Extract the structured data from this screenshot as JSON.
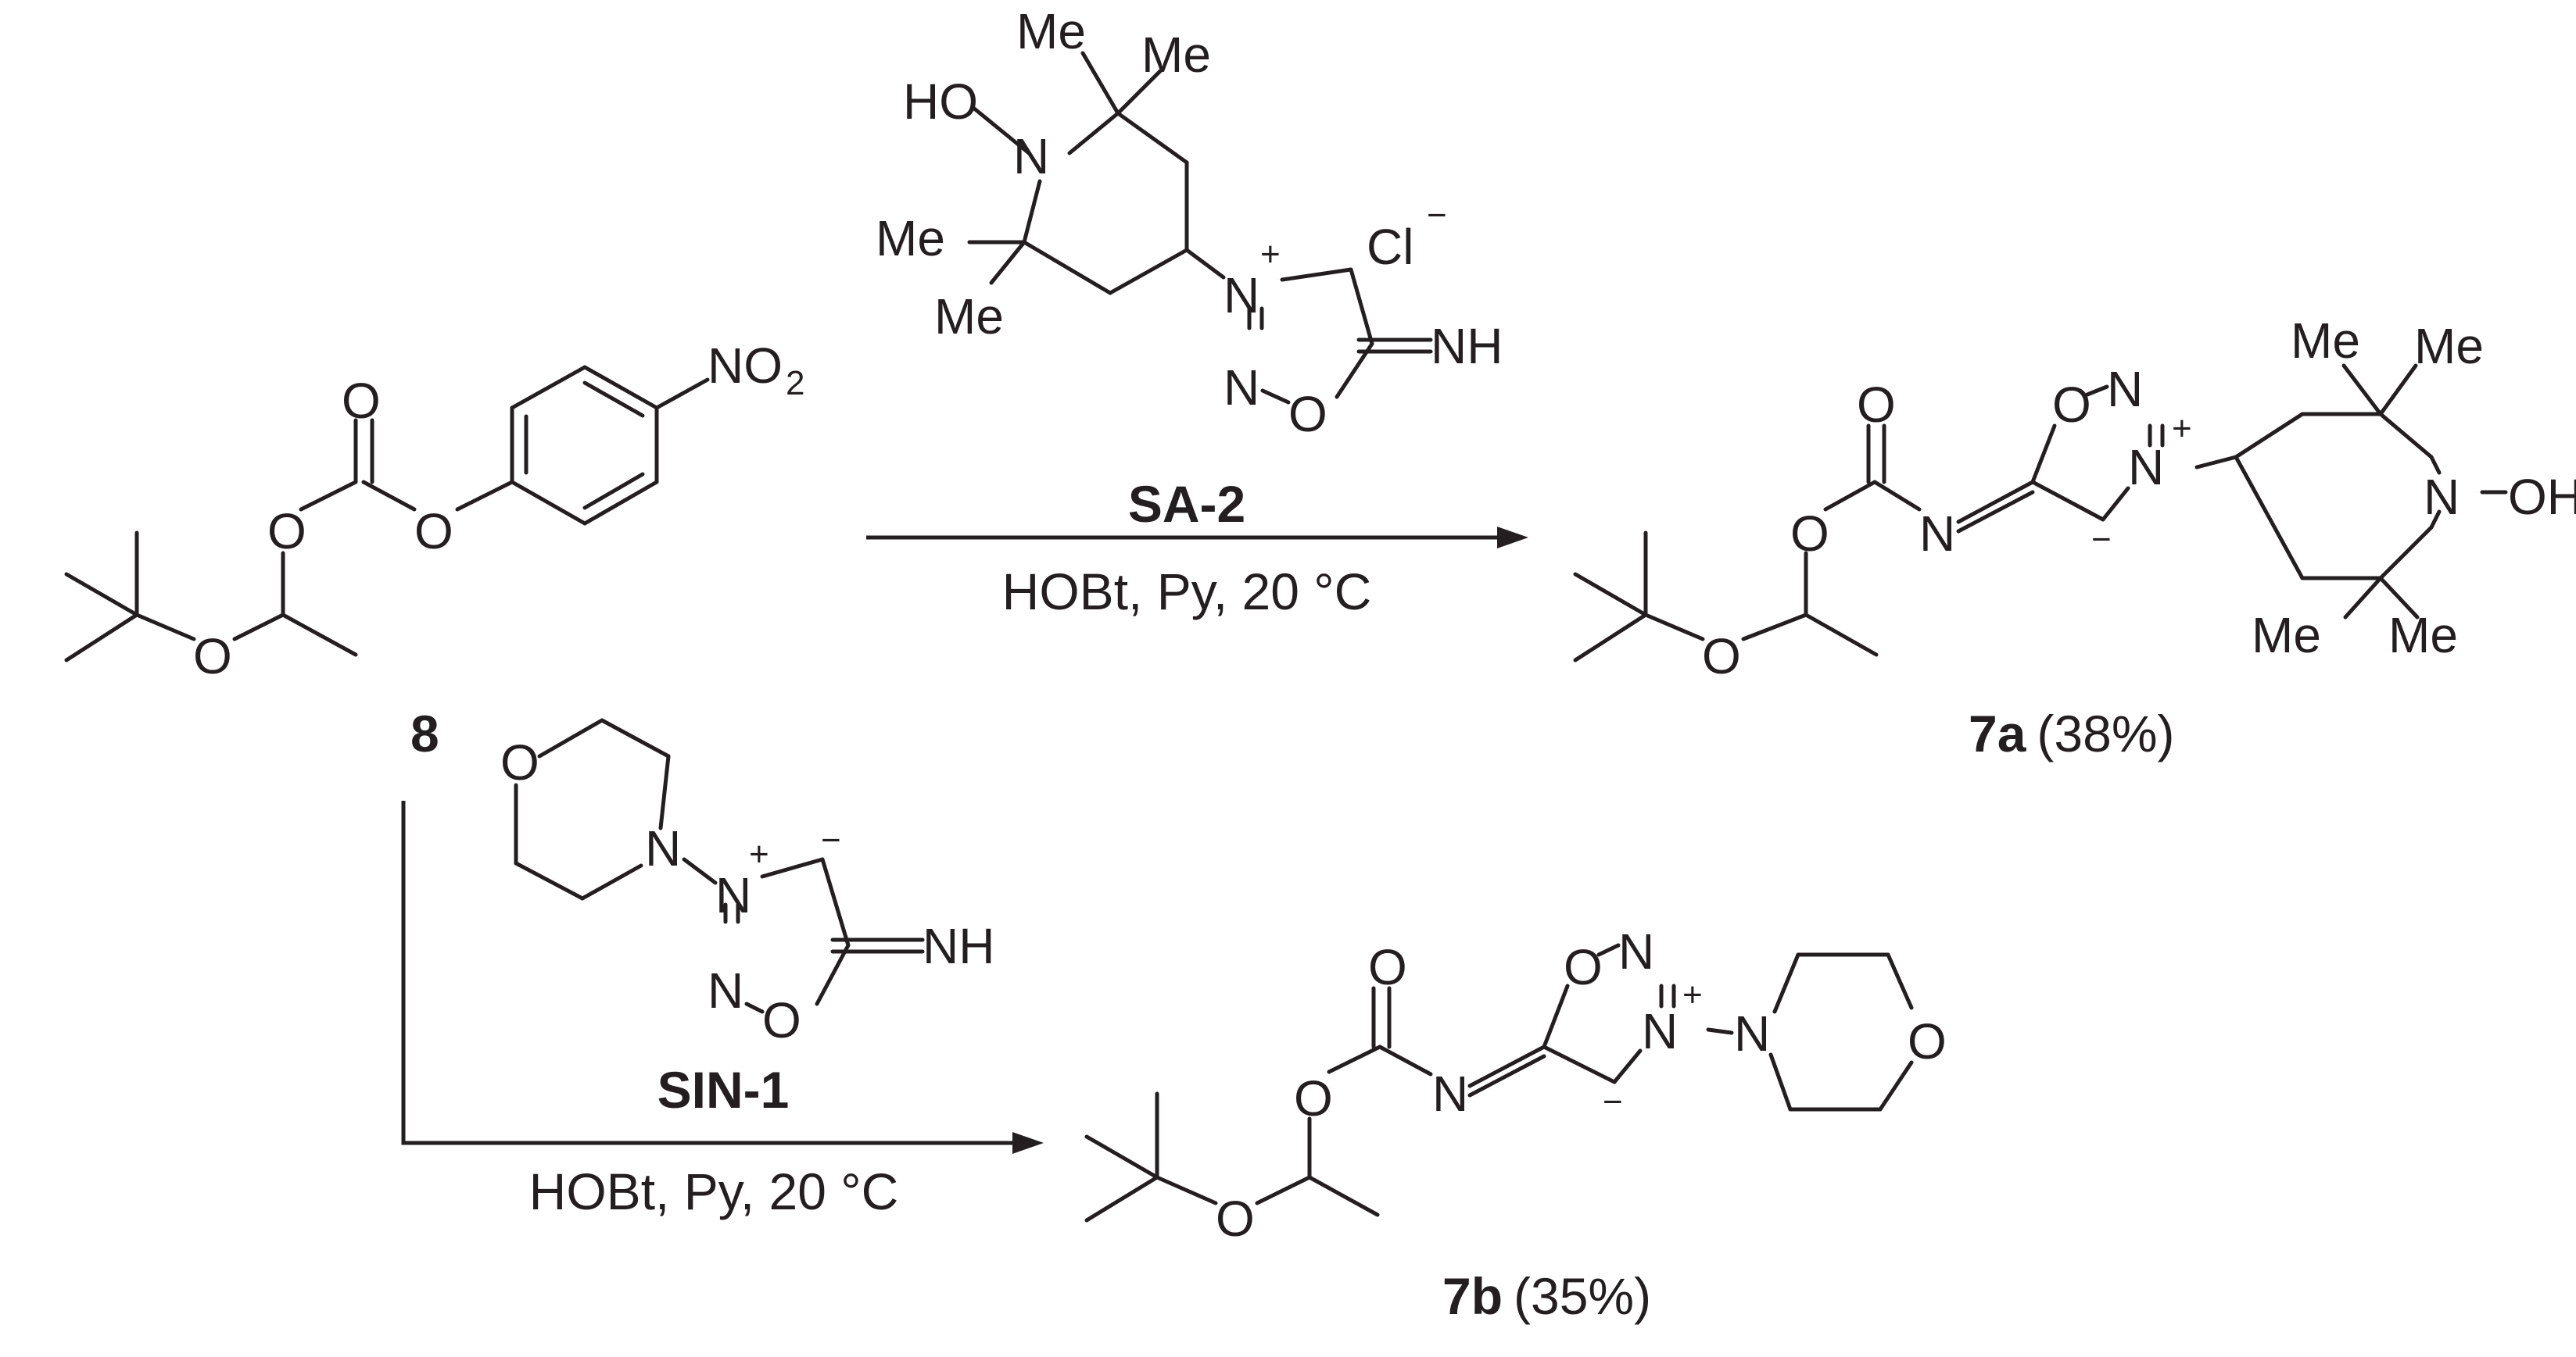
{
  "reagent_top": {
    "label": "SA-2",
    "conditions": "HOBt, Py, 20 °C"
  },
  "reagent_bottom": {
    "label": "SIN-1",
    "conditions": "HOBt, Py, 20 °C"
  },
  "compound_start": {
    "label": "8"
  },
  "product_a": {
    "label": "7a",
    "yield": "(38%)"
  },
  "product_b": {
    "label": "7b",
    "yield": "(35%)"
  },
  "atoms": {
    "O": "O",
    "N": "N",
    "NH": "NH",
    "HO": "HO",
    "OH": "OH",
    "Me": "Me",
    "Cl": "Cl",
    "NO": "NO",
    "two": "2",
    "plus": "+",
    "minus": "−"
  },
  "colors": {
    "ink": "#231f20",
    "background": "#ffffff"
  }
}
